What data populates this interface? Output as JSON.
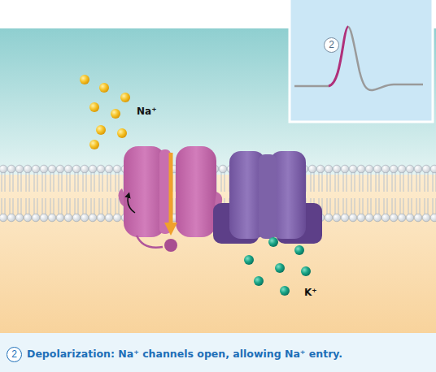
{
  "diagram": {
    "caption": "Depolarization: Na⁺ channels open, allowing Na⁺ entry.",
    "labels": [
      "2",
      "Na⁺",
      "K⁺",
      "2"
    ]
  }
}
